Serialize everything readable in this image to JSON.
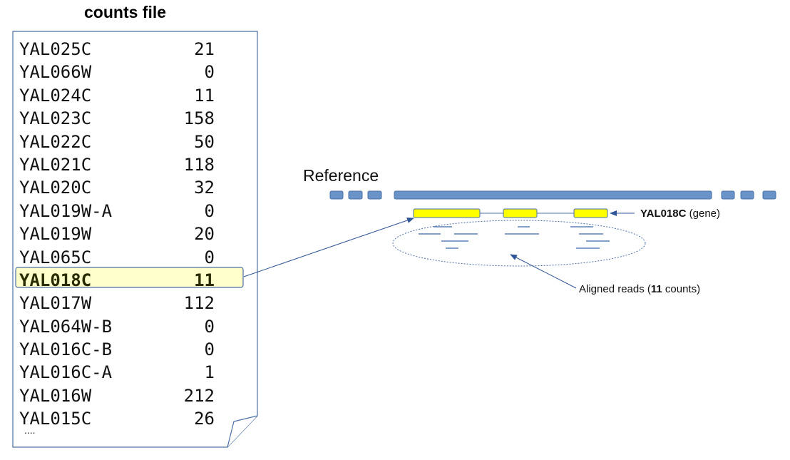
{
  "title": "counts file",
  "counts": [
    {
      "gene": "YAL025C",
      "count": "21"
    },
    {
      "gene": "YAL066W",
      "count": "0"
    },
    {
      "gene": "YAL024C",
      "count": "11"
    },
    {
      "gene": "YAL023C",
      "count": "158"
    },
    {
      "gene": "YAL022C",
      "count": "50"
    },
    {
      "gene": "YAL021C",
      "count": "118"
    },
    {
      "gene": "YAL020C",
      "count": "32"
    },
    {
      "gene": "YAL019W-A",
      "count": "0"
    },
    {
      "gene": "YAL019W",
      "count": "20"
    },
    {
      "gene": "YAL065C",
      "count": "0"
    },
    {
      "gene": "YAL018C",
      "count": "11",
      "highlight": true
    },
    {
      "gene": "YAL017W",
      "count": "112"
    },
    {
      "gene": "YAL064W-B",
      "count": "0"
    },
    {
      "gene": "YAL016C-B",
      "count": "0"
    },
    {
      "gene": "YAL016C-A",
      "count": "1"
    },
    {
      "gene": "YAL016W",
      "count": "212"
    },
    {
      "gene": "YAL015C",
      "count": "26"
    }
  ],
  "ellipsis": "....",
  "reference_label": "Reference",
  "gene_annotation": {
    "name": "YAL018C",
    "suffix": " (gene)"
  },
  "reads_annotation": {
    "prefix": "Aligned reads (",
    "count": "11",
    "suffix": " counts)"
  },
  "colors": {
    "reference_bar": "#6a94c8",
    "reference_border": "#4a72a8",
    "exon_fill": "#ffff00",
    "highlight_fill": "#ffffcc",
    "outline": "#4a6fa5",
    "arrow": "#2f5597"
  }
}
